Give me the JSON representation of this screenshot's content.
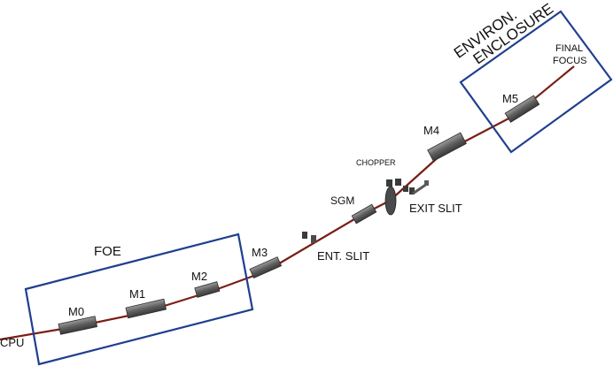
{
  "labels": {
    "cpu": "CPU",
    "foe": "FOE",
    "m0": "M0",
    "m1": "M1",
    "m2": "M2",
    "m3": "M3",
    "ent_slit": "ENT. SLIT",
    "sgm": "SGM",
    "chopper": "CHOPPER",
    "exit_slit": "EXIT SLIT",
    "m4": "M4",
    "m5": "M5",
    "final_focus_line1": "FINAL",
    "final_focus_line2": "FOCUS",
    "enclosure_line1": "ENVIRON.",
    "enclosure_line2": "ENCLOSURE"
  },
  "colors": {
    "beam": "#7a1e14",
    "box": "#1f3f8f",
    "component": "#6b6b6b"
  }
}
